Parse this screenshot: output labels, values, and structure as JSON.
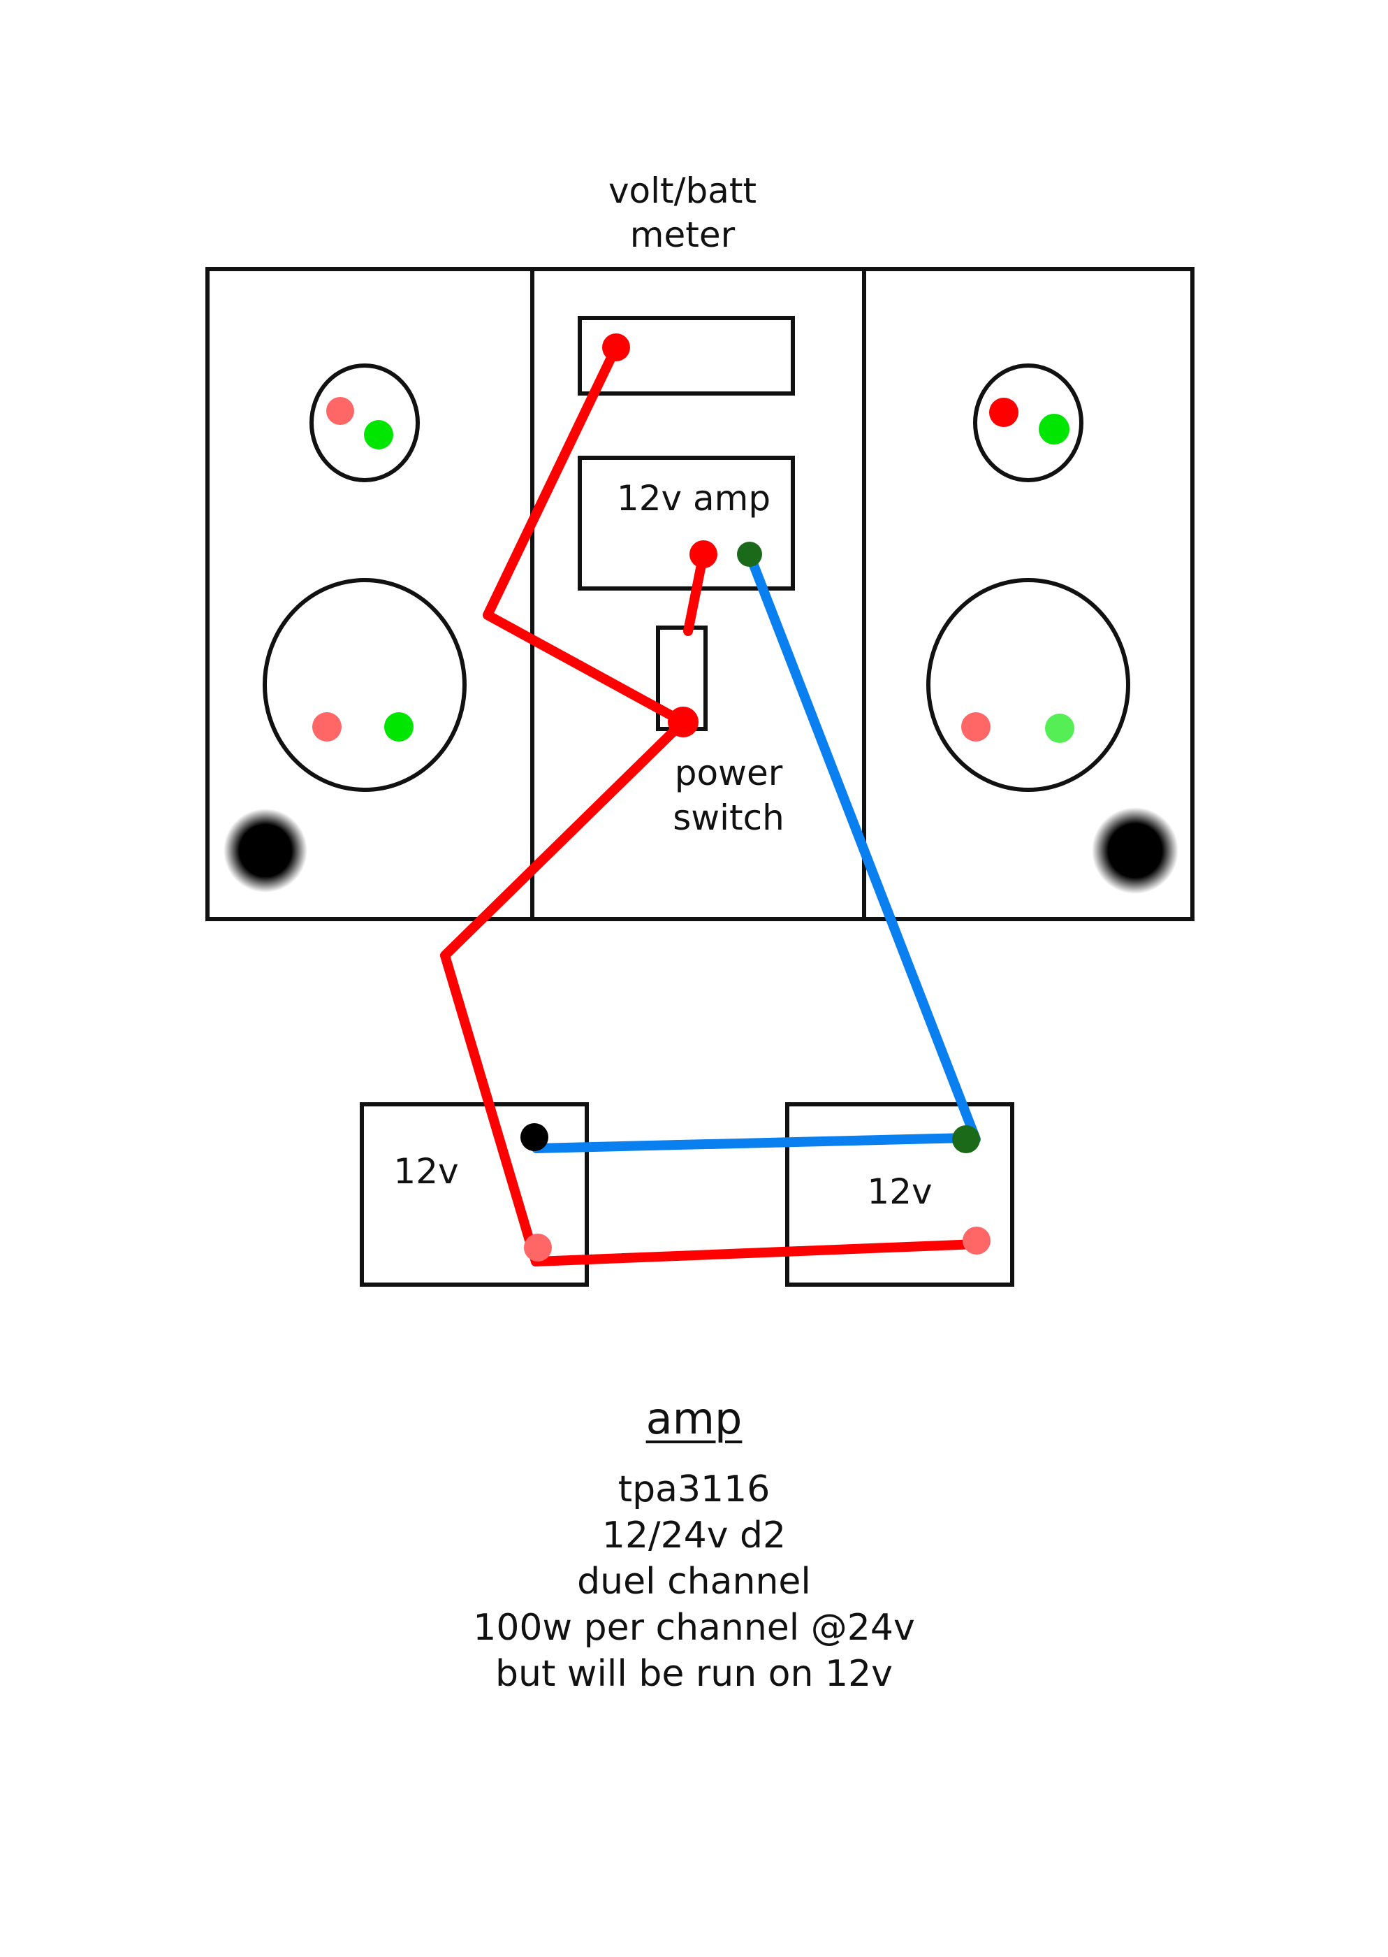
{
  "labels": {
    "meter_line1": "volt/batt",
    "meter_line2": "meter",
    "amp": "12v amp",
    "switch_line1": "power",
    "switch_line2": "switch",
    "battery_left": "12v",
    "battery_right": "12v"
  },
  "notes": {
    "title": "amp",
    "lines": [
      "tpa3116",
      "12/24v d2",
      "duel channel",
      "100w per channel @24v",
      "but will be run on 12v"
    ]
  },
  "colors": {
    "positive_wire": "#ff0000",
    "negative_wire": "#0a7ff0",
    "terminal_positive": "#ff6666",
    "terminal_negative": "#00e600",
    "outline": "#111111"
  }
}
